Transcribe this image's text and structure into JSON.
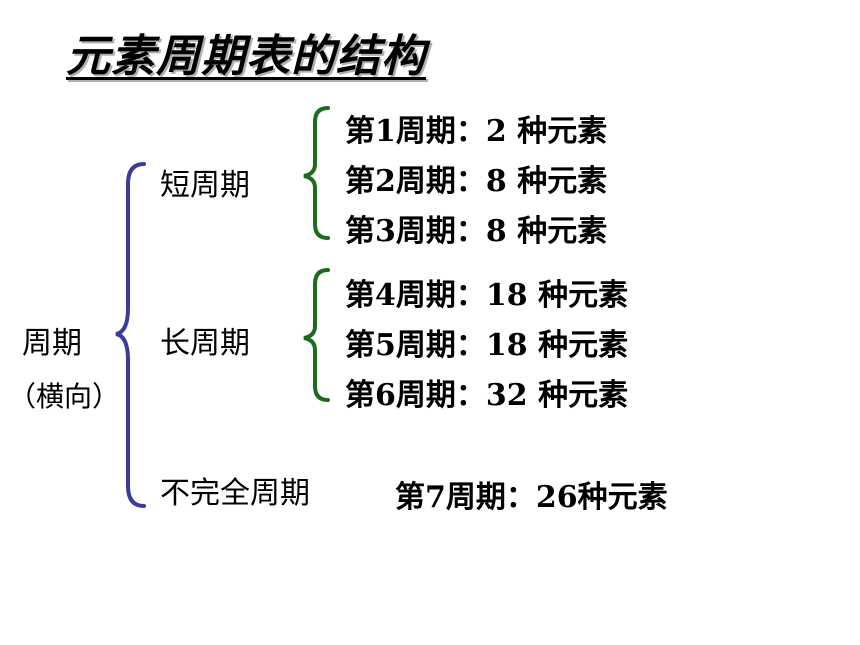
{
  "title": "元素周期表的结构",
  "root": {
    "label": "周期",
    "sublabel": "（横向）"
  },
  "groups": [
    {
      "label": "短周期",
      "items": [
        "第1周期：2 种元素",
        "第2周期：8 种元素",
        "第3周期：8 种元素"
      ]
    },
    {
      "label": "长周期",
      "items": [
        "第4周期：18 种元素",
        "第5周期：18 种元素",
        "第6周期：32 种元素"
      ]
    },
    {
      "label": "不完全周期",
      "items": [
        "第7周期：26种元素"
      ]
    }
  ],
  "colors": {
    "main_brace": "#3b3b9a",
    "sub_brace": "#1d6b1d",
    "text": "#000000"
  }
}
